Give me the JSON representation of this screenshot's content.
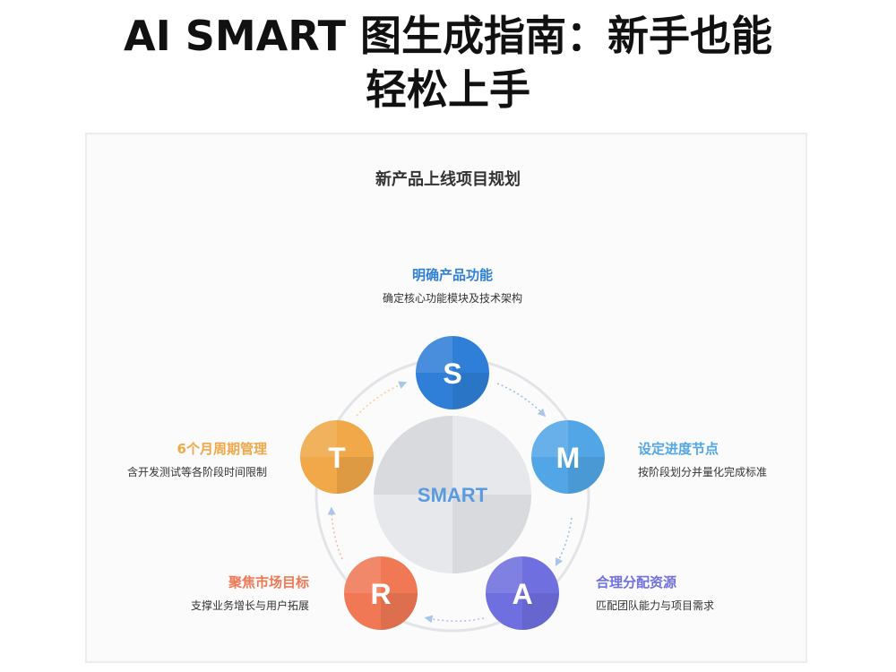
{
  "headline": {
    "line1": "AI SMART 图生成指南：新手也能",
    "line2": "轻松上手"
  },
  "diagram": {
    "title": "新产品上线项目规划",
    "center_label": "SMART",
    "colors": {
      "S": "#2f7fd8",
      "M": "#52a6e6",
      "A": "#6f6fe0",
      "R": "#f07855",
      "T": "#f0a848",
      "center": "#dcdde2",
      "ring": "#e3e4e8"
    },
    "nodes": [
      {
        "letter": "S",
        "title": "明确产品功能",
        "desc": "确定核心功能模块及技术架构"
      },
      {
        "letter": "M",
        "title": "设定进度节点",
        "desc": "按阶段划分并量化完成标准"
      },
      {
        "letter": "A",
        "title": "合理分配资源",
        "desc": "匹配团队能力与项目需求"
      },
      {
        "letter": "R",
        "title": "聚焦市场目标",
        "desc": "支撑业务增长与用户拓展"
      },
      {
        "letter": "T",
        "title": "6个月周期管理",
        "desc": "含开发测试等各阶段时间限制"
      }
    ]
  }
}
